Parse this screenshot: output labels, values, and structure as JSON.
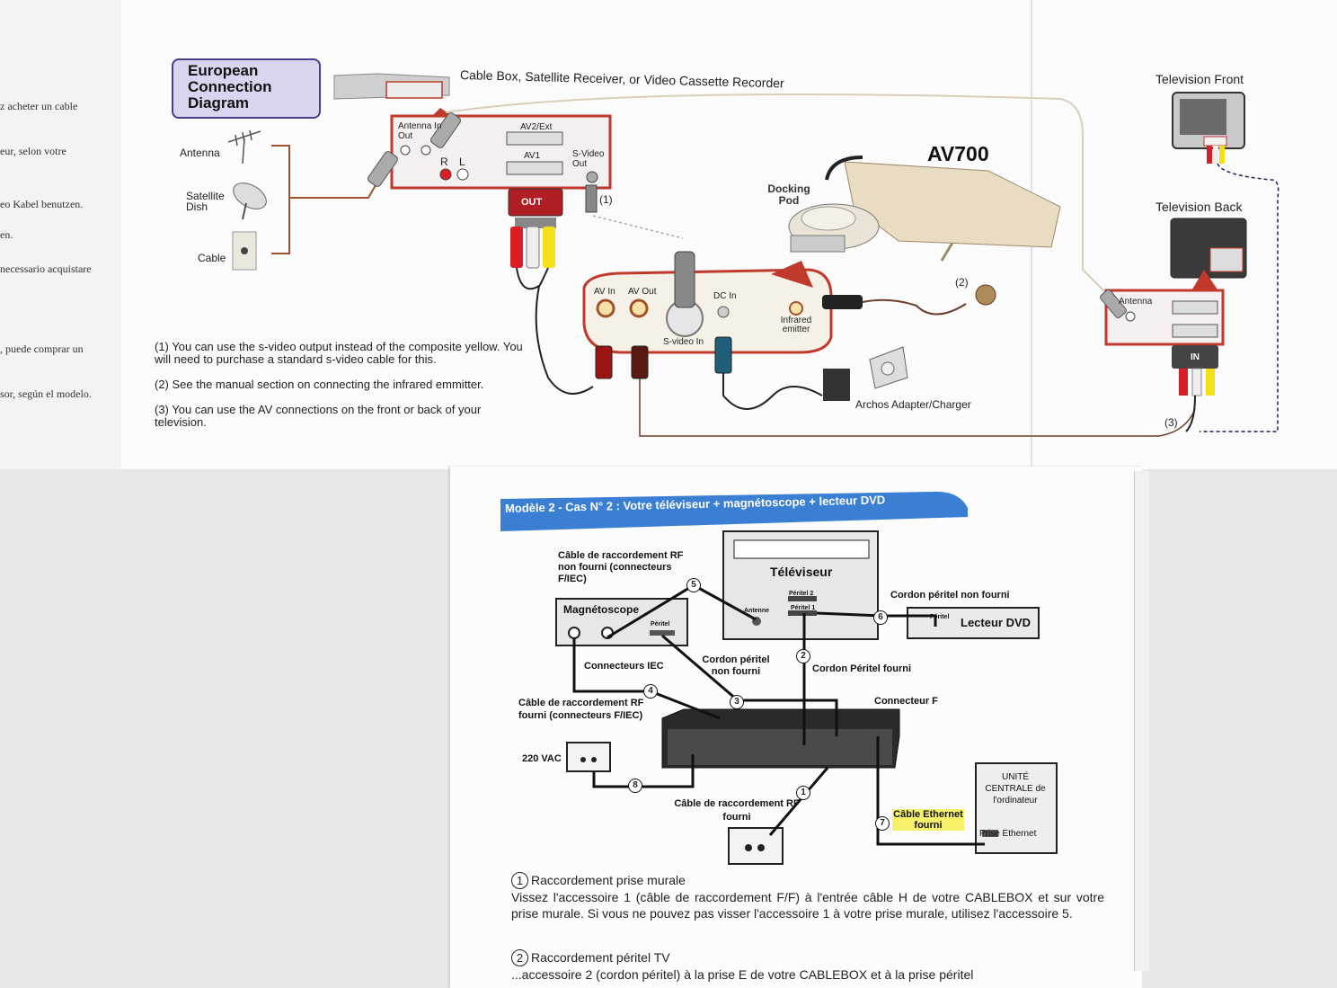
{
  "top": {
    "margin_lines": [
      "z acheter un cable",
      "eur, selon votre",
      "eo Kabel benutzen.",
      "en.",
      "necessario acquistare",
      ", puede comprar un",
      "sor, según el modelo."
    ],
    "title": "European Connection Diagram",
    "cable_box_label": "Cable Box, Satellite Receiver, or Video Cassette Recorder",
    "sources": {
      "antenna": "Antenna",
      "satellite": "Satellite Dish",
      "cable": "Cable"
    },
    "box_labels": {
      "antenna_in_out": "Antenna In   Out",
      "av2": "AV2/Ext",
      "av1": "AV1",
      "r": "R",
      "l": "L",
      "svideo_out": "S-Video Out",
      "out": "OUT",
      "ref1": "(1)"
    },
    "device": "AV700",
    "docking_pod": "Docking Pod",
    "pod_labels": {
      "av_in": "AV In",
      "av_out": "AV Out",
      "dc_in": "DC In",
      "svideo_in": "S-video In",
      "infrared": "Infrared emitter"
    },
    "ref2": "(2)",
    "ref3": "(3)",
    "adapter": "Archos Adapter/Charger",
    "tv_front": "Television Front",
    "tv_back": "Television Back",
    "tv_antenna": "Antenna",
    "tv_in": "IN",
    "notes": [
      "(1) You can use the s-video output instead of the composite yellow. You will need to purchase a standard s-video cable for this.",
      "(2) See the manual section on connecting the infrared emmitter.",
      "(3) You can use the AV connections on the front or back of your television."
    ]
  },
  "bottom": {
    "banner": "Modèle 2 - Cas N° 2 : Votre téléviseur + magnétoscope + lecteur DVD",
    "labels": {
      "rf_cable_not_supplied": "Câble de raccordement RF non fourni (connecteurs F/IEC)",
      "televiseur": "Téléviseur",
      "peritel2": "Péritel 2",
      "peritel1": "Péritel 1",
      "antenne": "Antenne",
      "cordon_non_fourni": "Cordon péritel non fourni",
      "lecteur_dvd": "Lecteur DVD",
      "peritel_dvd": "Péritel",
      "magnetoscope": "Magnétoscope",
      "peritel_mag": "Péritel",
      "connecteurs_iec": "Connecteurs IEC",
      "cordon_peritel_non_fourni": "Cordon péritel non fourni",
      "cordon_peritel_fourni": "Cordon Péritel fourni",
      "rf_cable_supplied": "Câble de raccordement RF fourni (connecteurs F/IEC)",
      "connecteur_f": "Connecteur F",
      "vac": "220 VAC",
      "rf_supplied_2": "Câble de raccordement RF fourni",
      "ethernet": "Câble Ethernet fourni",
      "unite": "UNITÉ CENTRALE de l'ordinateur",
      "prise_ethernet": "Prise Ethernet"
    },
    "numbers": [
      "1",
      "2",
      "3",
      "4",
      "5",
      "6",
      "7",
      "8"
    ],
    "sections": [
      {
        "num": "1",
        "title": "Raccordement prise murale",
        "text": "Vissez l'accessoire 1 (câble de raccordement F/F) à l'entrée câble H de votre CABLEBOX et sur votre prise murale. Si vous ne pouvez pas visser l'accessoire 1 à votre prise murale, utilisez l'accessoire 5."
      },
      {
        "num": "2",
        "title": "Raccordement péritel TV",
        "text": "...accessoire 2 (cordon péritel) à la prise E de votre CABLEBOX et à la prise péritel"
      }
    ]
  }
}
